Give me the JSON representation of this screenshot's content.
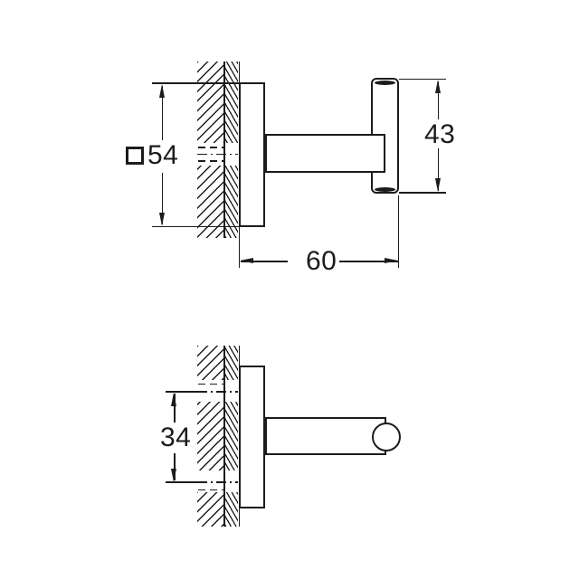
{
  "drawing": {
    "background": "#ffffff",
    "line_color": "#1c1c1c",
    "type": "installation-dimension-drawing",
    "dimensions": {
      "plate_square": "54",
      "end_bar_height": "43",
      "projection_depth": "60",
      "hole_spacing": "34"
    },
    "icons": {
      "square_dimension_symbol": "□"
    }
  }
}
